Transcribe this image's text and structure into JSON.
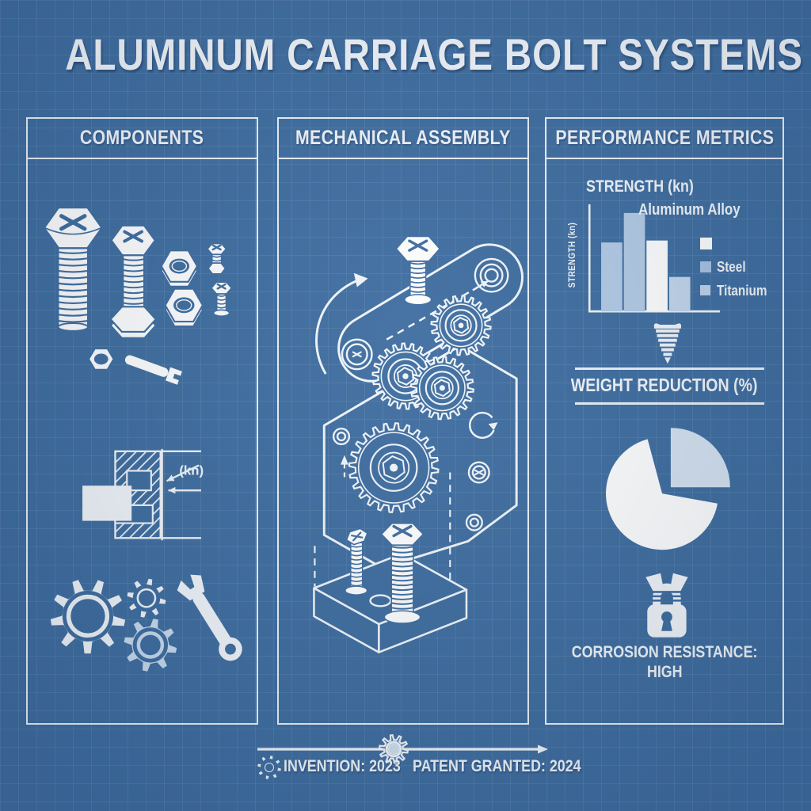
{
  "title": "ALUMINUM CARRIAGE BOLT SYSTEMS",
  "panels": {
    "components": {
      "title": "COMPONENTS",
      "section_annotation": "(kn)"
    },
    "assembly": {
      "title": "MECHANICAL ASSEMBLY"
    },
    "metrics": {
      "title": "PERFORMANCE METRICS",
      "strength_title": "STRENGTH (kn)",
      "strength_axis_label": "STRENGTH (kn)",
      "weight_heading": "WEIGHT REDUCTION (%)",
      "corrosion_label": "CORROSION RESISTANCE:",
      "corrosion_value": "HIGH"
    }
  },
  "footer": {
    "invention_label": "INVENTION: 2023",
    "patent_label": "PATENT GRANTED: 2024"
  },
  "colors": {
    "background": "#3e6da0",
    "line_white": "#f2f6fa",
    "light_blue": "#c9dbed",
    "bar_light_blue": "#b3cbe6",
    "bar_white": "#ffffff",
    "pie_white": "#ffffff",
    "pie_light": "#d6e3f1"
  },
  "chart_data": [
    {
      "type": "bar",
      "title": "STRENGTH (kn)",
      "ylabel": "STRENGTH (kn)",
      "categories": [
        "",
        "",
        "",
        ""
      ],
      "values": [
        70,
        100,
        72,
        35
      ],
      "ylim": [
        0,
        100
      ],
      "bar_colors": [
        "#b3cbe6",
        "#b3cbe6",
        "#ffffff",
        "#c3d6eb"
      ],
      "legend": [
        {
          "label": "Aluminum Alloy",
          "color": "#ffffff"
        },
        {
          "label": "Steel",
          "color": "#a6c3e2"
        },
        {
          "label": "Titanium",
          "color": "#bdd3ea"
        }
      ],
      "legend_position": "right",
      "grid": false
    },
    {
      "type": "pie",
      "title": "WEIGHT REDUCTION (%)",
      "slices": [
        {
          "label": "",
          "value": 68,
          "color": "#ffffff",
          "exploded": false
        },
        {
          "label": "",
          "value": 25,
          "color": "#d6e3f1",
          "exploded": true
        }
      ]
    }
  ]
}
